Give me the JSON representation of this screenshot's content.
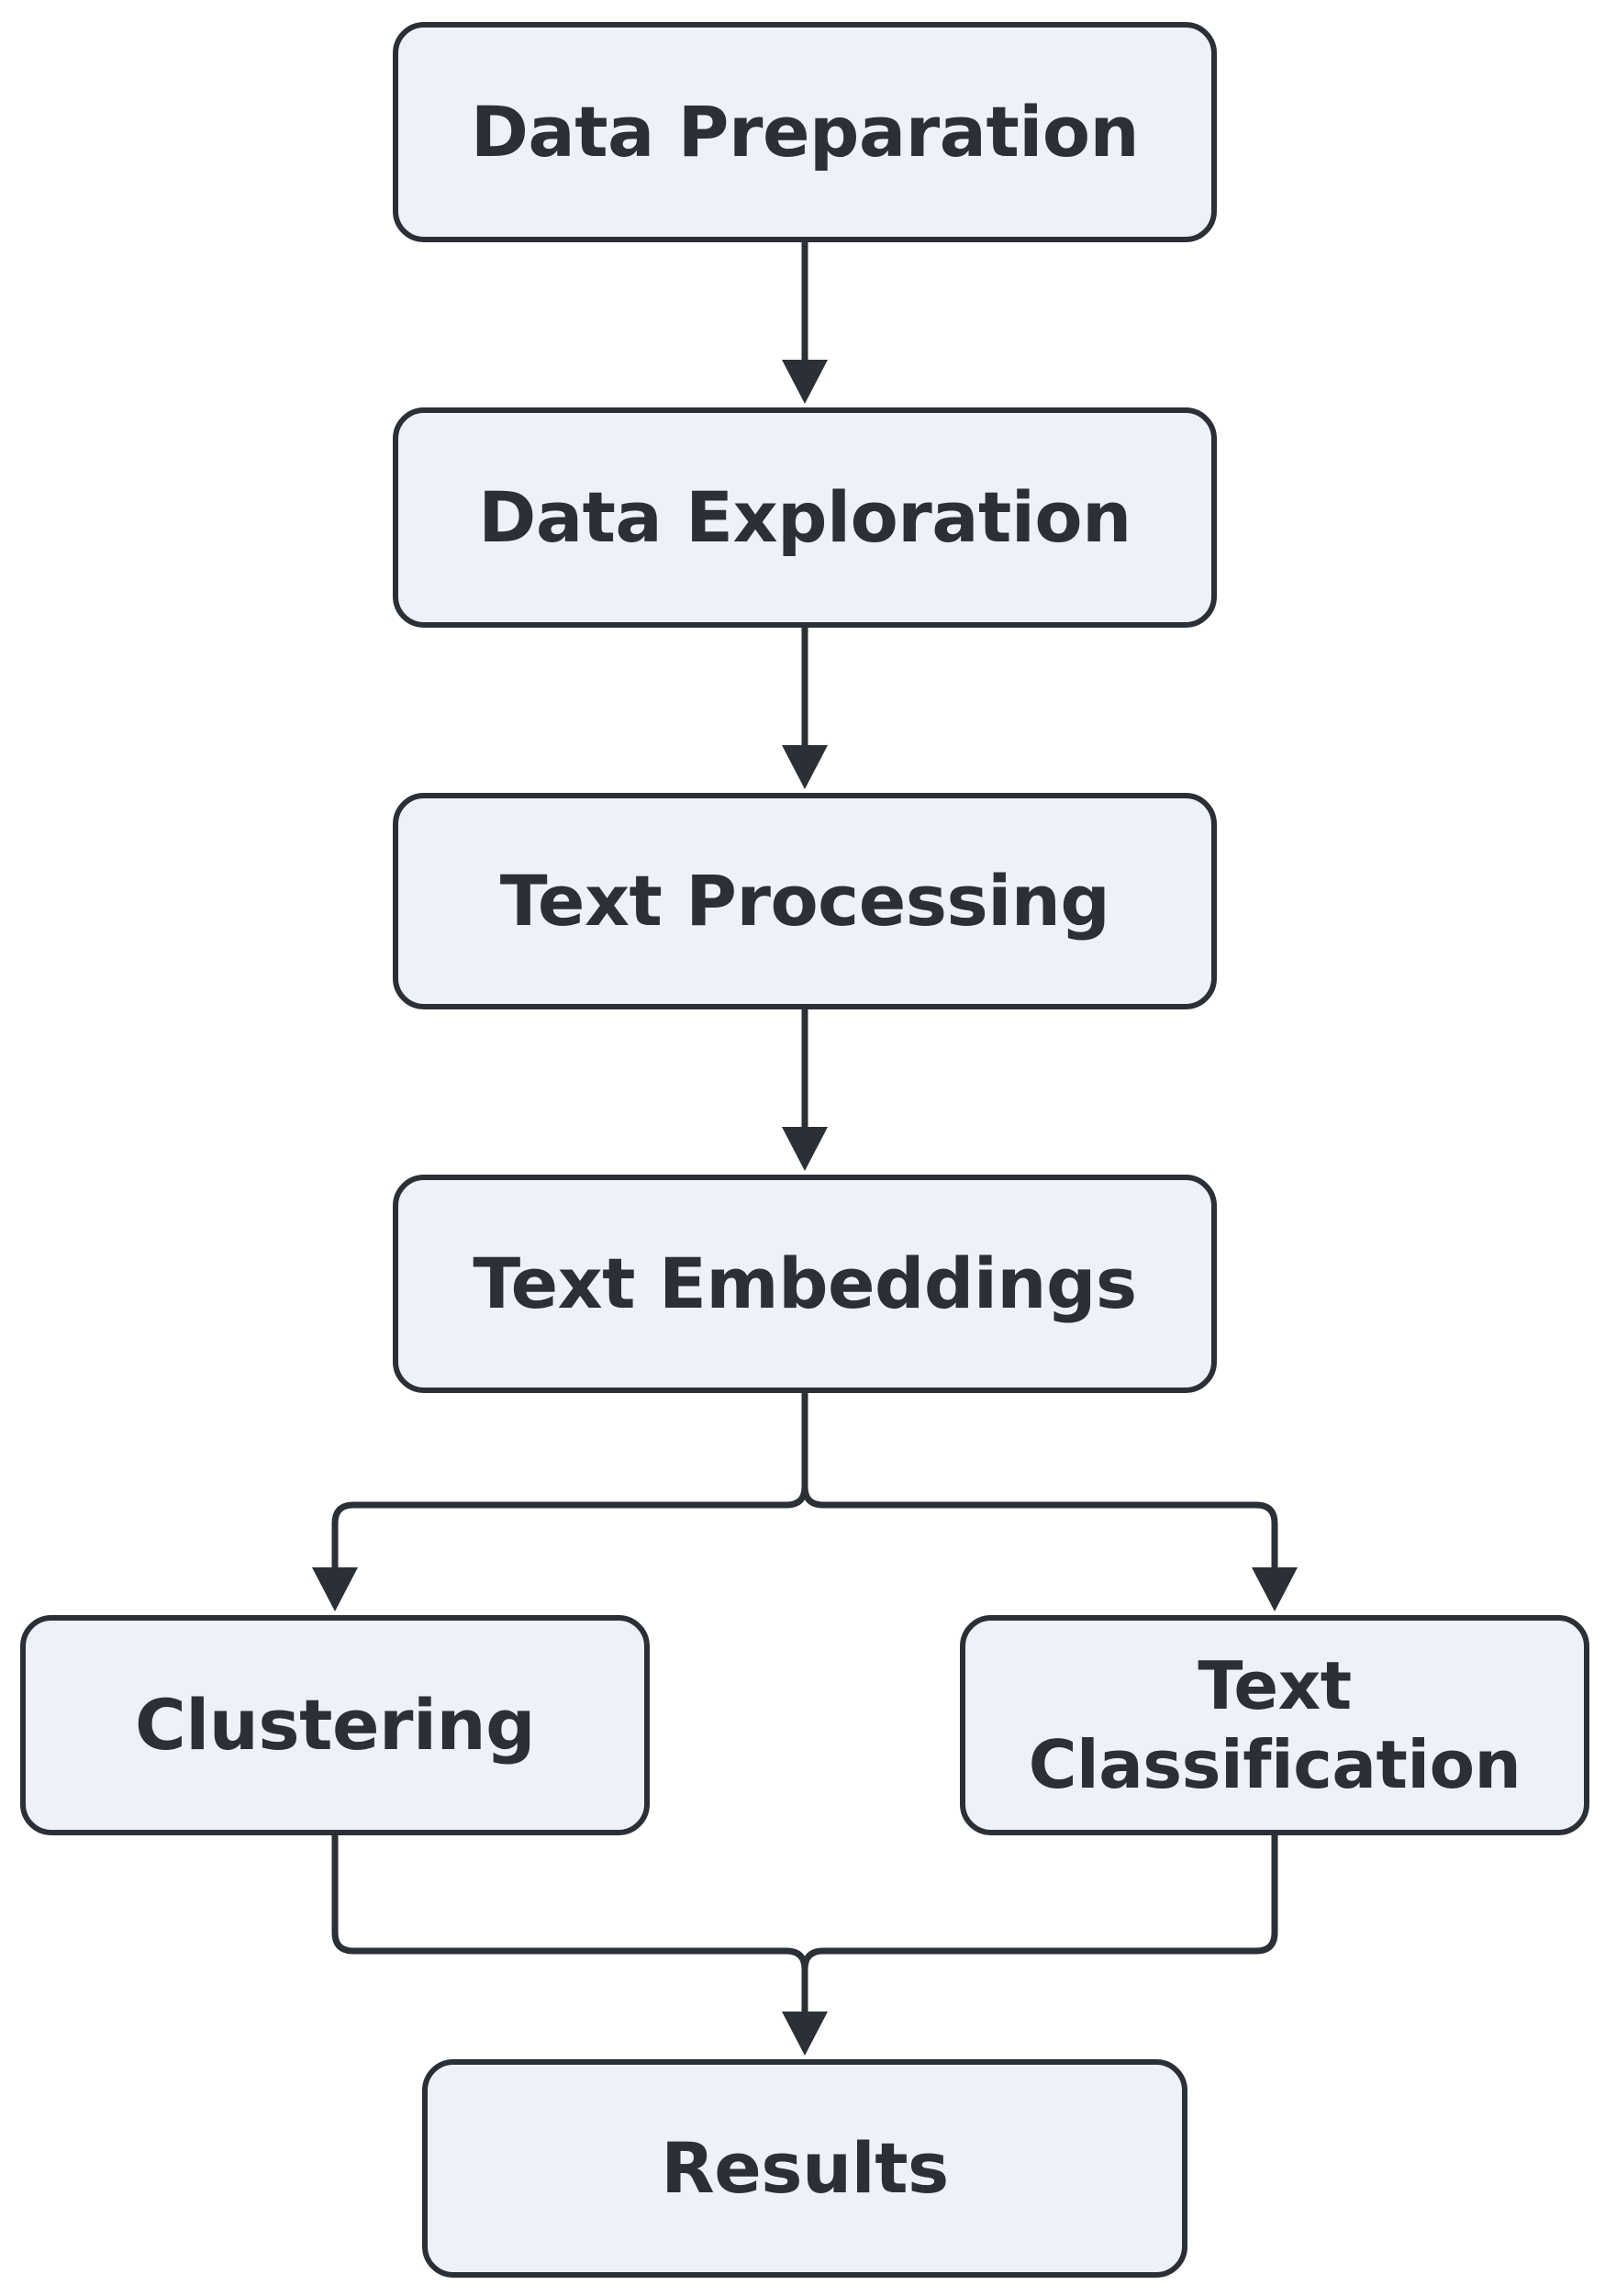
{
  "diagram": {
    "nodes": {
      "data_preparation": "Data Preparation",
      "data_exploration": "Data Exploration",
      "text_processing": "Text Processing",
      "text_embeddings": "Text Embeddings",
      "clustering": "Clustering",
      "text_classification_line1": "Text",
      "text_classification_line2": "Classification",
      "results": "Results"
    },
    "edges": [
      {
        "from": "data_preparation",
        "to": "data_exploration"
      },
      {
        "from": "data_exploration",
        "to": "text_processing"
      },
      {
        "from": "text_processing",
        "to": "text_embeddings"
      },
      {
        "from": "text_embeddings",
        "to": "clustering"
      },
      {
        "from": "text_embeddings",
        "to": "text_classification"
      },
      {
        "from": "clustering",
        "to": "results"
      },
      {
        "from": "text_classification",
        "to": "results"
      }
    ],
    "colors": {
      "node_fill": "#eef2f8",
      "stroke": "#2b2f36",
      "text": "#2b2f36"
    }
  }
}
